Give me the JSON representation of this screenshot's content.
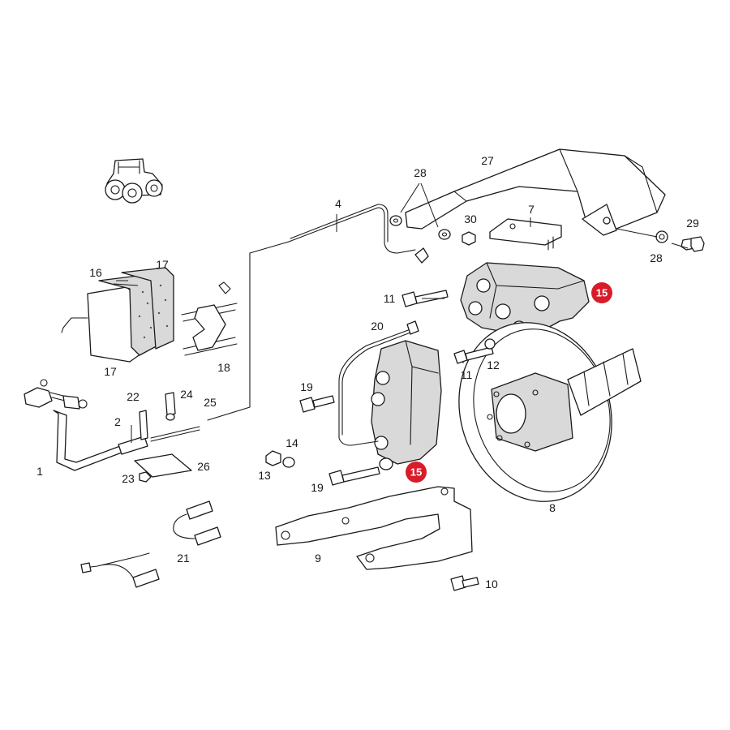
{
  "diagram": {
    "callouts": [
      {
        "id": "c1",
        "text": "1"
      },
      {
        "id": "c2",
        "text": "2"
      },
      {
        "id": "c4",
        "text": "4"
      },
      {
        "id": "c7",
        "text": "7"
      },
      {
        "id": "c8",
        "text": "8"
      },
      {
        "id": "c9",
        "text": "9"
      },
      {
        "id": "c10",
        "text": "10"
      },
      {
        "id": "c11a",
        "text": "11"
      },
      {
        "id": "c11b",
        "text": "11"
      },
      {
        "id": "c12",
        "text": "12"
      },
      {
        "id": "c13",
        "text": "13"
      },
      {
        "id": "c14",
        "text": "14"
      },
      {
        "id": "c16",
        "text": "16"
      },
      {
        "id": "c17a",
        "text": "17"
      },
      {
        "id": "c17b",
        "text": "17"
      },
      {
        "id": "c18",
        "text": "18"
      },
      {
        "id": "c19a",
        "text": "19"
      },
      {
        "id": "c19b",
        "text": "19"
      },
      {
        "id": "c20",
        "text": "20"
      },
      {
        "id": "c21",
        "text": "21"
      },
      {
        "id": "c22",
        "text": "22"
      },
      {
        "id": "c23",
        "text": "23"
      },
      {
        "id": "c24",
        "text": "24"
      },
      {
        "id": "c25",
        "text": "25"
      },
      {
        "id": "c26",
        "text": "26"
      },
      {
        "id": "c27",
        "text": "27"
      },
      {
        "id": "c28a",
        "text": "28"
      },
      {
        "id": "c28b",
        "text": "28"
      },
      {
        "id": "c29",
        "text": "29"
      },
      {
        "id": "c30",
        "text": "30"
      }
    ],
    "highlighted_callouts": [
      {
        "id": "h15a",
        "text": "15"
      },
      {
        "id": "h15b",
        "text": "15"
      }
    ],
    "highlight_color": "#d81c2a"
  }
}
